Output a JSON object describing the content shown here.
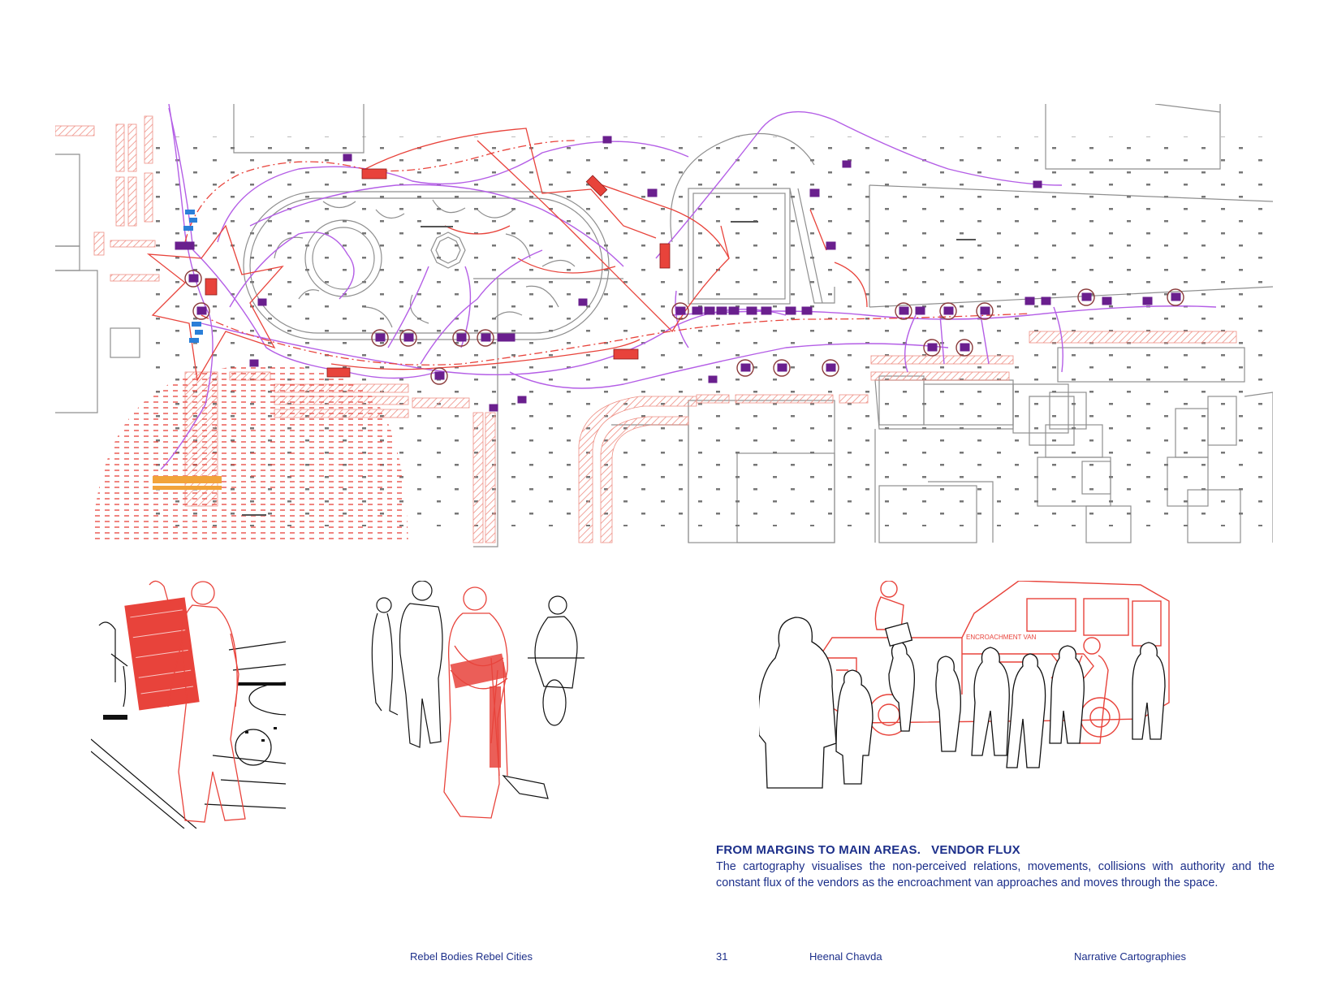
{
  "colors": {
    "accent_red": "#e8433b",
    "hatch_red": "#ee8f84",
    "vendor_purple": "#6a1f8e",
    "path_violet": "#b45ee6",
    "vendor_blue": "#2b7fd8",
    "orange": "#f2a33a",
    "plan_grey": "#8f8f8f",
    "text_navy": "#1c2f8a"
  },
  "illustrations": {
    "van_label": "ENCROACHMENT VAN"
  },
  "caption": {
    "title": "FROM MARGINS TO MAIN AREAS.   VENDOR FLUX",
    "body": "The cartography visualises the non-perceived relations, movements, collisions with authority and the constant flux of the vendors as the encroachment van approaches and moves through the space."
  },
  "footer": {
    "book_title": "Rebel Bodies Rebel Cities",
    "page_number": "31",
    "author": "Heenal Chavda",
    "section": "Narrative Cartographies"
  }
}
